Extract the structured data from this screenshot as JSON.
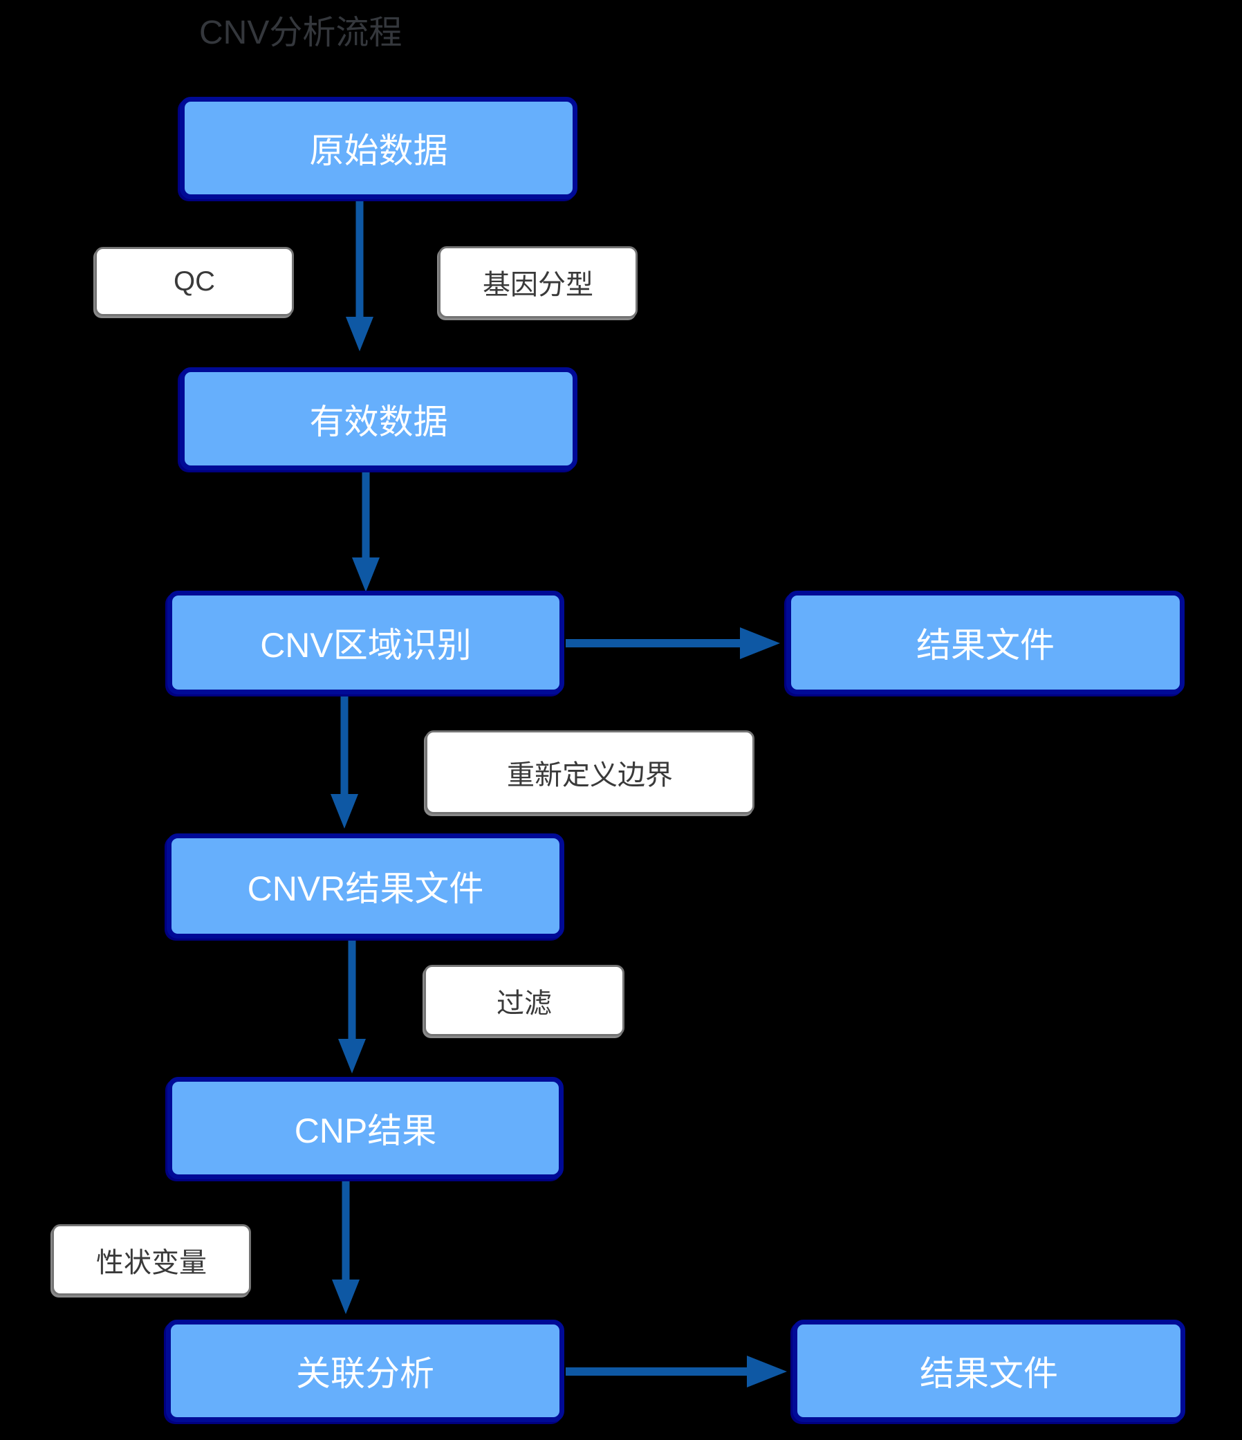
{
  "title": "CNV分析流程",
  "nodes": {
    "raw_data": {
      "label": "原始数据"
    },
    "valid_data": {
      "label": "有效数据"
    },
    "cnv_region": {
      "label": "CNV区域识别"
    },
    "result_file_top": {
      "label": "结果文件"
    },
    "cnvr_result": {
      "label": "CNVR结果文件"
    },
    "cnp_result": {
      "label": "CNP结果"
    },
    "association": {
      "label": "关联分析"
    },
    "result_file_bottom": {
      "label": "结果文件"
    }
  },
  "edge_labels": {
    "qc": {
      "label": "QC"
    },
    "genotyping": {
      "label": "基因分型"
    },
    "redefine_boundary": {
      "label": "重新定义边界"
    },
    "filter": {
      "label": "过滤"
    },
    "trait_variable": {
      "label": "性状变量"
    }
  },
  "colors": {
    "background": "#000000",
    "node_fill": "#66affc",
    "node_border": "#000a96",
    "node_text": "#ffffff",
    "edge_label_fill": "#ffffff",
    "edge_label_border": "#757575",
    "edge_label_text": "#3a3a3a",
    "arrow": "#0e58a4",
    "title_text": "#34373c"
  }
}
